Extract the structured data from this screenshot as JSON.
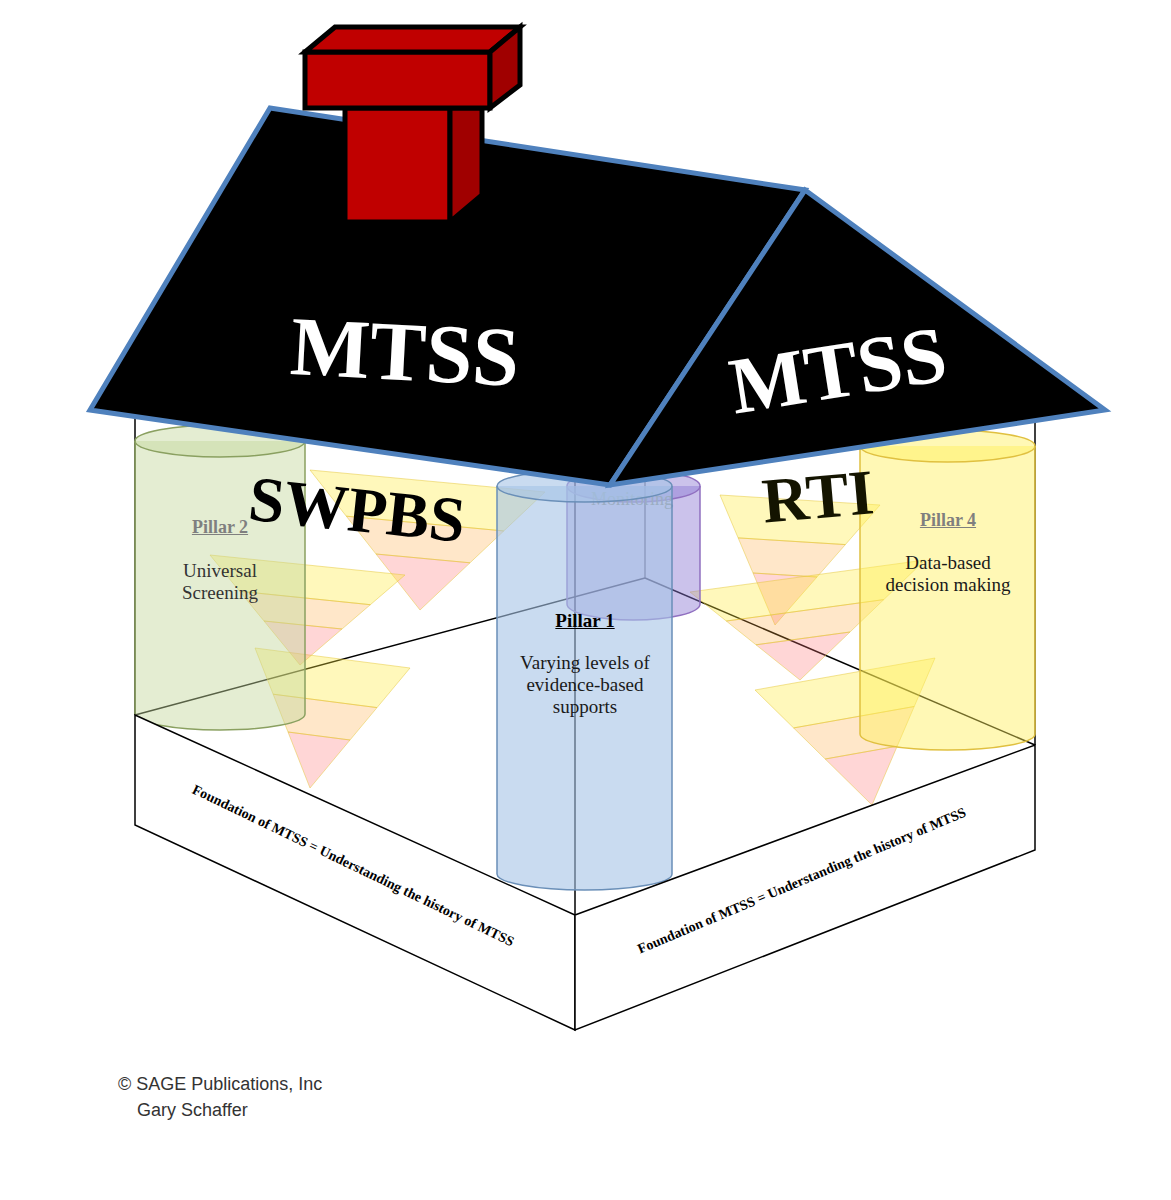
{
  "diagram": {
    "nodes": [
      {
        "text": [
          "MTSS"
        ]
      },
      {
        "text": [
          "MTSS"
        ]
      },
      {
        "text": [
          "Pillar 2",
          "Universal Screening"
        ]
      },
      {
        "text": [
          "Monitoring"
        ]
      },
      {
        "text": [
          "Pillar 1",
          "Varying levels of evidence-based supports"
        ]
      },
      {
        "text": [
          "Pillar 4",
          "Data-based decision making"
        ]
      },
      {
        "text": [
          "Foundation of MTSS = Understanding the history of MTSS"
        ]
      },
      {
        "text": [
          "Foundation of MTSS = Understanding the history of MTSS"
        ]
      }
    ],
    "labels": [
      "SWPBS",
      "RTI",
      "© SAGE Publications, Inc",
      "Gary Schaffer"
    ]
  }
}
